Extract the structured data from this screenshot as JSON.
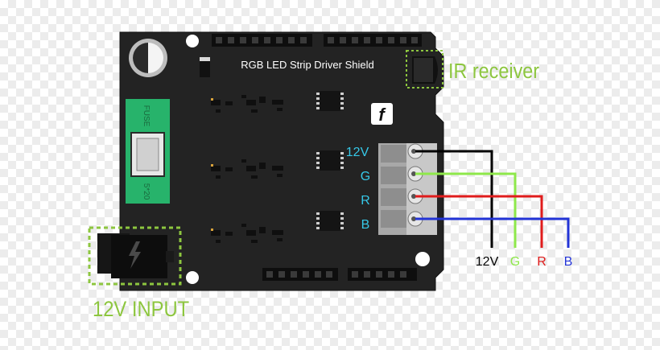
{
  "board": {
    "title": "RGB LED Strip Driver Shield",
    "fuse_top": "FUSE",
    "fuse_bottom": "5*20",
    "logo": "f"
  },
  "terminals": {
    "labels": [
      "12V",
      "G",
      "R",
      "B"
    ],
    "label_color": "#36c8e8"
  },
  "wires": [
    {
      "label": "12V",
      "color": "#000000"
    },
    {
      "label": "G",
      "color": "#8ee84a"
    },
    {
      "label": "R",
      "color": "#e01c1c"
    },
    {
      "label": "B",
      "color": "#2233d6"
    }
  ],
  "callouts": {
    "ir_receiver": "IR receiver",
    "power_input": "12V INPUT",
    "color": "#8dc63f"
  },
  "icons": {
    "power_jack": "lightning-bolt-icon",
    "logo": "dfrobot-logo-icon"
  }
}
